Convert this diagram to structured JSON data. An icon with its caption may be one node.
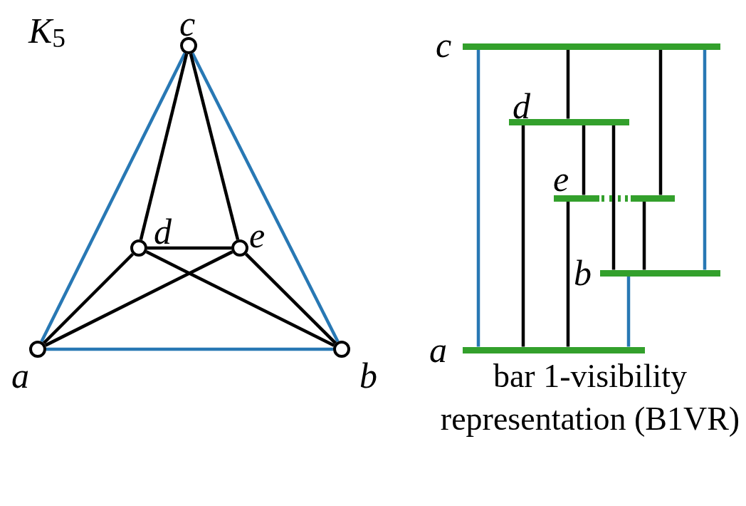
{
  "diagram": {
    "title": "K$_{5}$",
    "caption": "bar 1-visibility representation (B1VR)",
    "nodes": [
      {
        "text": [],
        "shape": "circle",
        "beside": [
          "c"
        ]
      },
      {
        "text": [],
        "shape": "circle",
        "beside": [
          "d"
        ]
      },
      {
        "text": [],
        "shape": "circle",
        "beside": [
          "e"
        ]
      },
      {
        "text": [],
        "shape": "circle",
        "beside": [
          "a"
        ]
      },
      {
        "text": [],
        "shape": "circle",
        "beside": [
          "b"
        ]
      },
      {
        "text": [],
        "shape": "bar",
        "beside": [
          "c"
        ]
      },
      {
        "text": [],
        "shape": "bar",
        "beside": [
          "d"
        ]
      },
      {
        "text": [],
        "shape": "bar",
        "beside": [
          "e"
        ]
      },
      {
        "text": [],
        "shape": "bar",
        "beside": [
          "b"
        ]
      },
      {
        "text": [],
        "shape": "bar",
        "beside": [
          "a"
        ]
      }
    ],
    "edges": [
      {
        "from": 0,
        "to": 3,
        "arrow": "none",
        "color": "#2878b4"
      },
      {
        "from": 0,
        "to": 4,
        "arrow": "none",
        "color": "#2878b4"
      },
      {
        "from": 3,
        "to": 4,
        "arrow": "none",
        "color": "#2878b4"
      },
      {
        "from": 0,
        "to": 1,
        "arrow": "none"
      },
      {
        "from": 0,
        "to": 2,
        "arrow": "none"
      },
      {
        "from": 1,
        "to": 2,
        "arrow": "none"
      },
      {
        "from": 1,
        "to": 3,
        "arrow": "none"
      },
      {
        "from": 1,
        "to": 4,
        "arrow": "none"
      },
      {
        "from": 2,
        "to": 3,
        "arrow": "none"
      },
      {
        "from": 2,
        "to": 4,
        "arrow": "none"
      },
      {
        "from": 5,
        "to": 9,
        "arrow": "none",
        "color": "#2878b4"
      },
      {
        "from": 5,
        "to": 6,
        "arrow": "none"
      },
      {
        "from": 5,
        "to": 7,
        "arrow": "none"
      },
      {
        "from": 5,
        "to": 8,
        "arrow": "none",
        "color": "#2878b4"
      },
      {
        "from": 6,
        "to": 9,
        "arrow": "none"
      },
      {
        "from": 6,
        "to": 7,
        "arrow": "none"
      },
      {
        "from": 6,
        "to": 8,
        "arrow": "none"
      },
      {
        "from": 7,
        "to": 9,
        "arrow": "none"
      },
      {
        "from": 7,
        "to": 8,
        "arrow": "none"
      },
      {
        "from": 8,
        "to": 9,
        "arrow": "none",
        "color": "#2878b4"
      }
    ]
  }
}
